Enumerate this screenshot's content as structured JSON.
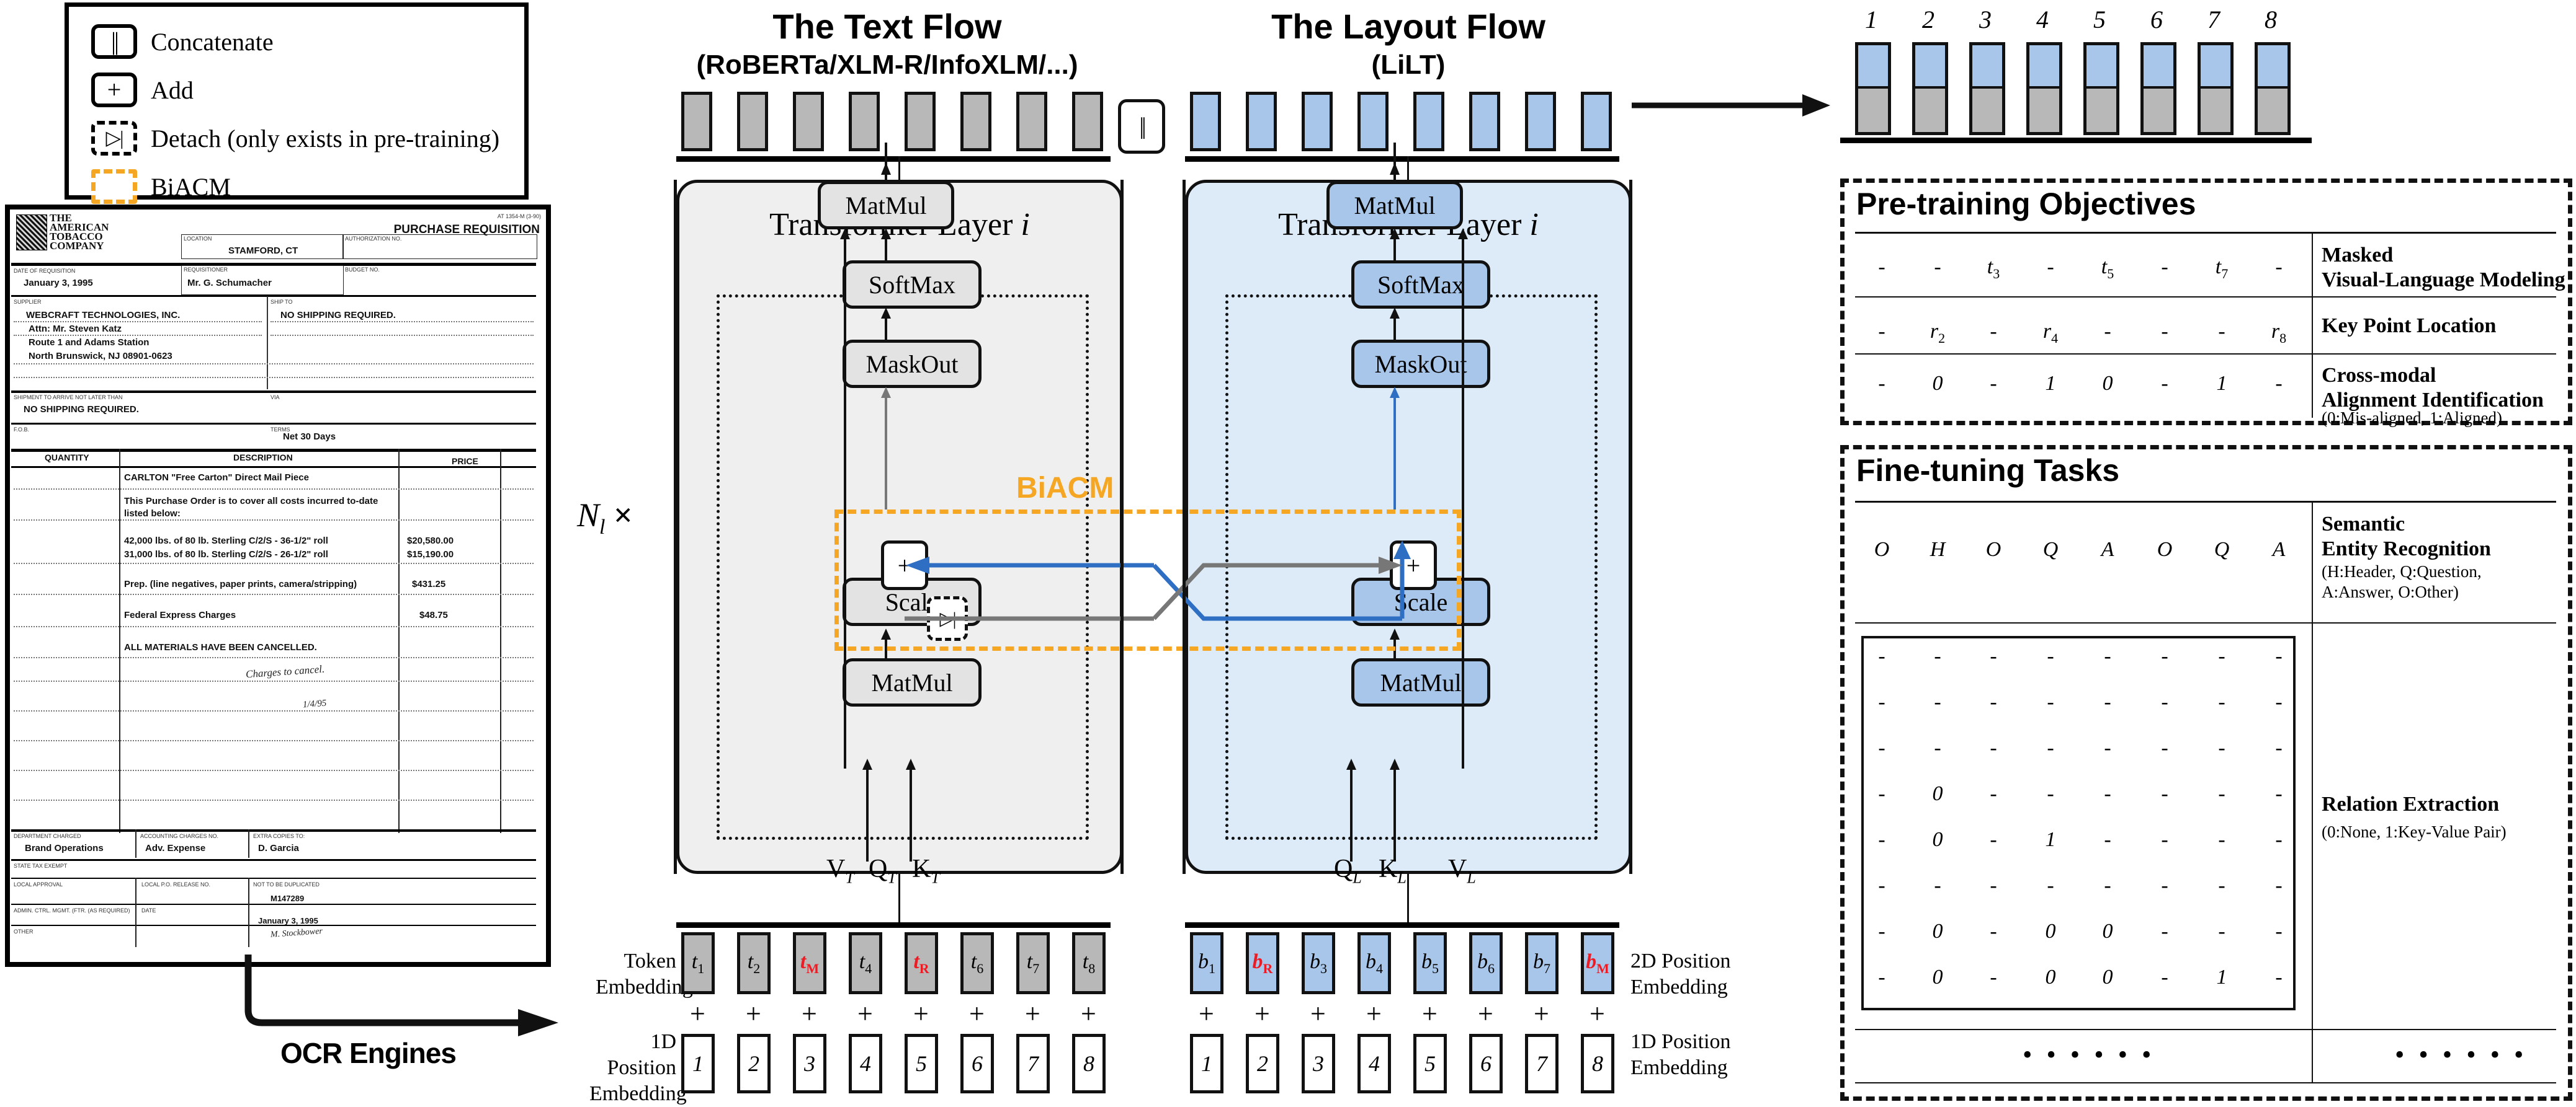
{
  "legend": {
    "items": [
      {
        "icon": "concatenate-icon",
        "glyph": "||",
        "label": "Concatenate"
      },
      {
        "icon": "add-icon",
        "glyph": "+",
        "label": "Add"
      },
      {
        "icon": "detach-icon",
        "glyph": "▷|",
        "label": "Detach (only exists in pre-training)"
      },
      {
        "icon": "biacm-icon",
        "glyph": "",
        "label": "BiACM"
      }
    ]
  },
  "document": {
    "company": [
      "THE",
      "AMERICAN",
      "TOBACCO",
      "COMPANY"
    ],
    "form_code": "AT 1354-M (3-90)",
    "title": "PURCHASE REQUISITION",
    "fields": [
      {
        "label": "LOCATION",
        "value": "STAMFORD, CT"
      },
      {
        "label": "AUTHORIZATION NO.",
        "value": ""
      },
      {
        "label": "DATE OF REQUISITION",
        "value": "January 3, 1995"
      },
      {
        "label": "REQUISITIONER",
        "value": "Mr. G. Schumacher"
      },
      {
        "label": "BUDGET NO.",
        "value": ""
      },
      {
        "label": "SUPPLIER",
        "value": "WEBCRAFT TECHNOLOGIES, INC."
      },
      {
        "label": "SHIP TO",
        "value": "NO SHIPPING REQUIRED."
      },
      {
        "label": "SHIPMENT TO ARRIVE NOT LATER THAN",
        "value": "NO SHIPPING REQUIRED."
      },
      {
        "label": "VIA",
        "value": ""
      },
      {
        "label": "F.O.B.",
        "value": ""
      },
      {
        "label": "TERMS",
        "value": "Net 30 Days"
      }
    ],
    "supplier_lines": [
      "Attn: Mr. Steven Katz",
      "Route 1 and Adams Station",
      "North Brunswick, NJ 08901-0623"
    ],
    "table_headers": [
      "QUANTITY",
      "DESCRIPTION",
      "PRICE"
    ],
    "table_rows": [
      {
        "qty": "",
        "desc": "CARLTON \"Free Carton\" Direct Mail Piece",
        "price": ""
      },
      {
        "qty": "",
        "desc": "This Purchase Order is to cover all costs incurred to-date",
        "price": ""
      },
      {
        "qty": "",
        "desc": "listed below:",
        "price": ""
      },
      {
        "qty": "",
        "desc": "42,000 lbs. of 80 lb. Sterling C/2/S - 36-1/2\" roll",
        "price": "$20,580.00"
      },
      {
        "qty": "",
        "desc": "31,000 lbs. of 80 lb. Sterling C/2/S - 26-1/2\" roll",
        "price": "$15,190.00"
      },
      {
        "qty": "",
        "desc": "Prep. (line negatives, paper prints, camera/stripping)",
        "price": "$431.25"
      },
      {
        "qty": "",
        "desc": "Federal Express Charges",
        "price": "$48.75"
      },
      {
        "qty": "",
        "desc": "ALL MATERIALS HAVE BEEN CANCELLED.",
        "price": ""
      }
    ],
    "handwriting": [
      "Charges to cancel.",
      "1/4/95"
    ],
    "footer": [
      {
        "label": "DEPARTMENT CHARGED",
        "value": "Brand Operations"
      },
      {
        "label": "ACCOUNTING CHARGES NO.",
        "value": "Adv. Expense"
      },
      {
        "label": "EXTRA COPIES TO:",
        "value": "D. Garcia"
      },
      {
        "label": "STATE TAX EXEMPT",
        "value": ""
      },
      {
        "label": "LOCAL APPROVAL",
        "value": "NOT TO BE DUPLICATED"
      },
      {
        "label": "LOCAL P.O. RELEASE NO.",
        "value": "M147289"
      },
      {
        "label": "ADMIN. CTRL. MGMT. (FTR. (AS REQUIRED)",
        "value": ""
      },
      {
        "label": "DATE",
        "value": "January 3, 1995"
      },
      {
        "label": "OTHER",
        "value": "M. Stockbower"
      }
    ],
    "ocr_label": "OCR Engines"
  },
  "text_flow": {
    "title": "The Text Flow",
    "subtitle": "(RoBERTa/XLM-R/InfoXLM/...)",
    "layer_title_prefix": "Transformer Layer ",
    "layer_index": "i",
    "nodes": [
      "MatMul",
      "SoftMax",
      "MaskOut",
      "Scale",
      "MatMul"
    ],
    "inputs": [
      {
        "name": "V",
        "sub": "T"
      },
      {
        "name": "Q",
        "sub": "T"
      },
      {
        "name": "K",
        "sub": "T"
      }
    ],
    "token_count": 8
  },
  "layout_flow": {
    "title": "The Layout Flow",
    "subtitle": "(LiLT)",
    "layer_title_prefix": "Transformer Layer ",
    "layer_index": "i",
    "nodes": [
      "MatMul",
      "SoftMax",
      "MaskOut",
      "Scale",
      "MatMul"
    ],
    "inputs": [
      {
        "name": "Q",
        "sub": "L"
      },
      {
        "name": "K",
        "sub": "L"
      },
      {
        "name": "V",
        "sub": "L"
      }
    ],
    "token_count": 8
  },
  "biacm": {
    "label": "BiACM",
    "color": "#F5A623",
    "add_glyph": "+",
    "detach_glyph": "▷|",
    "repeat_label_n": "N",
    "repeat_label_sub": "l",
    "repeat_label_times": "×"
  },
  "concat": {
    "glyph": "||"
  },
  "embeddings": {
    "token_label": "Token\nEmbedding",
    "token_label_lines": [
      "Token",
      "Embedding"
    ],
    "pos1d_label_lines": [
      "1D Position",
      "Embedding"
    ],
    "pos2d_label_lines": [
      "2D Position",
      "Embedding"
    ],
    "pos1d_right_label_lines": [
      "1D Position",
      "Embedding"
    ],
    "plus": "+",
    "text_tokens": [
      {
        "base": "t",
        "sub": "1",
        "red": false
      },
      {
        "base": "t",
        "sub": "2",
        "red": false
      },
      {
        "base": "t",
        "sub": "M",
        "red": true
      },
      {
        "base": "t",
        "sub": "4",
        "red": false
      },
      {
        "base": "t",
        "sub": "R",
        "red": true
      },
      {
        "base": "t",
        "sub": "6",
        "red": false
      },
      {
        "base": "t",
        "sub": "7",
        "red": false
      },
      {
        "base": "t",
        "sub": "8",
        "red": false
      }
    ],
    "layout_tokens": [
      {
        "base": "b",
        "sub": "1",
        "red": false
      },
      {
        "base": "b",
        "sub": "R",
        "red": true
      },
      {
        "base": "b",
        "sub": "3",
        "red": false
      },
      {
        "base": "b",
        "sub": "4",
        "red": false
      },
      {
        "base": "b",
        "sub": "5",
        "red": false
      },
      {
        "base": "b",
        "sub": "6",
        "red": false
      },
      {
        "base": "b",
        "sub": "7",
        "red": false
      },
      {
        "base": "b",
        "sub": "M",
        "red": true
      }
    ],
    "positions": [
      "1",
      "2",
      "3",
      "4",
      "5",
      "6",
      "7",
      "8"
    ]
  },
  "output_bars": {
    "numbers": [
      "1",
      "2",
      "3",
      "4",
      "5",
      "6",
      "7",
      "8"
    ],
    "upper_color": "#A8C6EA",
    "lower_color": "#B8B8B8"
  },
  "pretraining": {
    "heading": "Pre-training Objectives",
    "rows": [
      {
        "cells": [
          "-",
          "-",
          "t₃",
          "-",
          "t₅",
          "-",
          "t₇",
          "-"
        ],
        "cells_struct": [
          {
            "b": "-",
            "s": ""
          },
          {
            "b": "-",
            "s": ""
          },
          {
            "b": "t",
            "s": "3"
          },
          {
            "b": "-",
            "s": ""
          },
          {
            "b": "t",
            "s": "5"
          },
          {
            "b": "-",
            "s": ""
          },
          {
            "b": "t",
            "s": "7"
          },
          {
            "b": "-",
            "s": ""
          }
        ],
        "task": [
          "Masked",
          "Visual-Language Modeling"
        ],
        "note": ""
      },
      {
        "cells": [
          "-",
          "r₂",
          "-",
          "r₄",
          "-",
          "-",
          "-",
          "r₈"
        ],
        "cells_struct": [
          {
            "b": "-",
            "s": ""
          },
          {
            "b": "r",
            "s": "2"
          },
          {
            "b": "-",
            "s": ""
          },
          {
            "b": "r",
            "s": "4"
          },
          {
            "b": "-",
            "s": ""
          },
          {
            "b": "-",
            "s": ""
          },
          {
            "b": "-",
            "s": ""
          },
          {
            "b": "r",
            "s": "8"
          }
        ],
        "task": [
          "Key Point Location"
        ],
        "note": ""
      },
      {
        "cells": [
          "-",
          "0",
          "-",
          "1",
          "0",
          "-",
          "1",
          "-"
        ],
        "cells_struct": [
          {
            "b": "-",
            "s": ""
          },
          {
            "b": "0",
            "s": ""
          },
          {
            "b": "-",
            "s": ""
          },
          {
            "b": "1",
            "s": ""
          },
          {
            "b": "0",
            "s": ""
          },
          {
            "b": "-",
            "s": ""
          },
          {
            "b": "1",
            "s": ""
          },
          {
            "b": "-",
            "s": ""
          }
        ],
        "task": [
          "Cross-modal",
          "Alignment Identification"
        ],
        "note": "(0:Mis-aligned, 1:Aligned)"
      }
    ]
  },
  "finetuning": {
    "heading": "Fine-tuning Tasks",
    "ser_row": [
      "O",
      "H",
      "O",
      "Q",
      "A",
      "O",
      "Q",
      "A"
    ],
    "ser_task": [
      "Semantic",
      "Entity Recognition"
    ],
    "ser_note": [
      "(H:Header, Q:Question,",
      "A:Answer, O:Other)"
    ],
    "re_matrix": [
      [
        "-",
        "-",
        "-",
        "-",
        "-",
        "-",
        "-",
        "-"
      ],
      [
        "-",
        "-",
        "-",
        "-",
        "-",
        "-",
        "-",
        "-"
      ],
      [
        "-",
        "-",
        "-",
        "-",
        "-",
        "-",
        "-",
        "-"
      ],
      [
        "-",
        "0",
        "-",
        "-",
        "-",
        "-",
        "-",
        "-"
      ],
      [
        "-",
        "0",
        "-",
        "1",
        "-",
        "-",
        "-",
        "-"
      ],
      [
        "-",
        "-",
        "-",
        "-",
        "-",
        "-",
        "-",
        "-"
      ],
      [
        "-",
        "0",
        "-",
        "0",
        "0",
        "-",
        "-",
        "-"
      ],
      [
        "-",
        "0",
        "-",
        "0",
        "0",
        "-",
        "1",
        "-"
      ]
    ],
    "re_task": [
      "Relation Extraction"
    ],
    "re_note": [
      "(0:None, 1:Key-Value Pair)"
    ],
    "ellipsis": "• • • • • •"
  }
}
